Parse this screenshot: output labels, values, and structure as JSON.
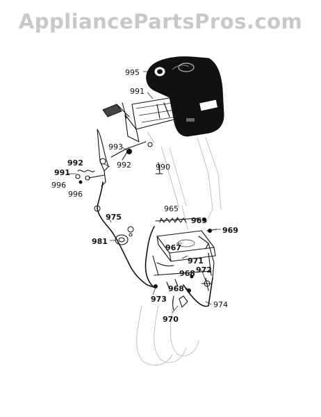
{
  "watermark": "AppliancePartsPros.com",
  "labels": [
    {
      "key": "p995",
      "text": "995"
    },
    {
      "key": "p991a",
      "text": "991"
    },
    {
      "key": "p993",
      "text": "993"
    },
    {
      "key": "p992a",
      "text": "992"
    },
    {
      "key": "p990",
      "text": "990"
    },
    {
      "key": "p992b",
      "text": "992"
    },
    {
      "key": "p991b",
      "text": "991"
    },
    {
      "key": "p996a",
      "text": "996"
    },
    {
      "key": "p996b",
      "text": "996"
    },
    {
      "key": "p965",
      "text": "965"
    },
    {
      "key": "p975",
      "text": "975"
    },
    {
      "key": "p969a",
      "text": "969"
    },
    {
      "key": "p969b",
      "text": "969"
    },
    {
      "key": "p981",
      "text": "981"
    },
    {
      "key": "p967",
      "text": "967"
    },
    {
      "key": "p971",
      "text": "971"
    },
    {
      "key": "p968a",
      "text": "968"
    },
    {
      "key": "p972",
      "text": "972"
    },
    {
      "key": "p968b",
      "text": "968"
    },
    {
      "key": "p973",
      "text": "973"
    },
    {
      "key": "p974",
      "text": "974"
    },
    {
      "key": "p970",
      "text": "970"
    }
  ]
}
